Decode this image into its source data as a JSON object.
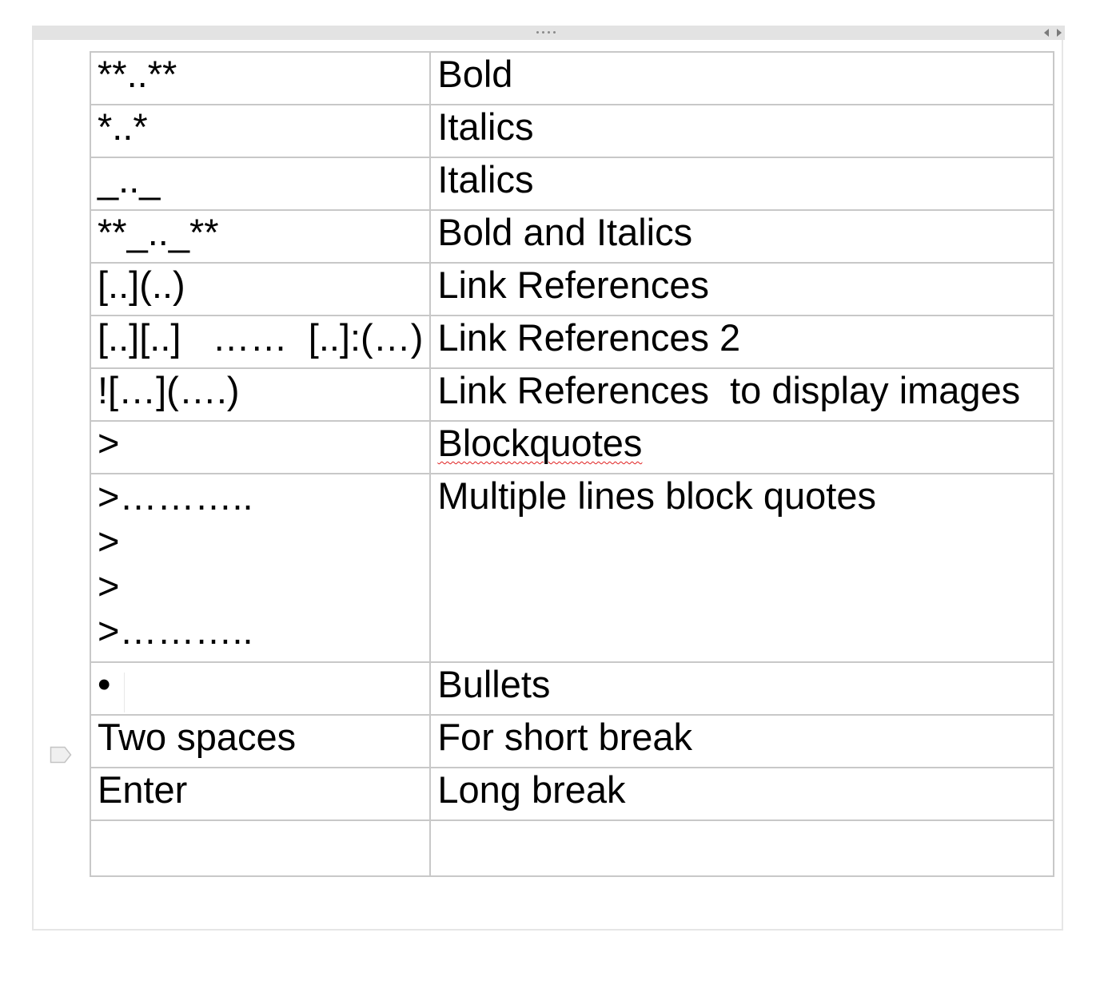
{
  "table": {
    "rows": [
      {
        "syntax": "**..**",
        "meaning": "Bold"
      },
      {
        "syntax": "*..*",
        "meaning": "Italics"
      },
      {
        "syntax": "_.._",
        "meaning": "Italics"
      },
      {
        "syntax": "**_.._**",
        "meaning": "Bold and Italics"
      },
      {
        "syntax": "[..](..)",
        "meaning": "Link References"
      },
      {
        "syntax": "[..][..]   ……  [..]:(…)",
        "meaning": "Link References 2"
      },
      {
        "syntax": "![…](….)",
        "meaning": "Link References  to display images"
      },
      {
        "syntax": ">",
        "meaning": "Blockquotes"
      }
    ],
    "multiline_row": {
      "syntax_lines": [
        ">………..",
        ">",
        ">",
        ">……….."
      ],
      "meaning": "Multiple lines block quotes"
    },
    "bullet_row": {
      "syntax": "•",
      "meaning": "Bullets"
    },
    "tail_rows": [
      {
        "syntax": "Two spaces",
        "meaning": "For short break"
      },
      {
        "syntax": "Enter",
        "meaning": "Long break"
      },
      {
        "syntax": "",
        "meaning": ""
      }
    ]
  },
  "icons": {
    "grip": "drag-grip-icon",
    "resize": "horizontal-resize-icon",
    "tag": "tag-marker-icon"
  },
  "colors": {
    "frame_bar": "#e3e3e3",
    "cell_border": "#c8c8c8",
    "spellcheck": "#e02020"
  }
}
